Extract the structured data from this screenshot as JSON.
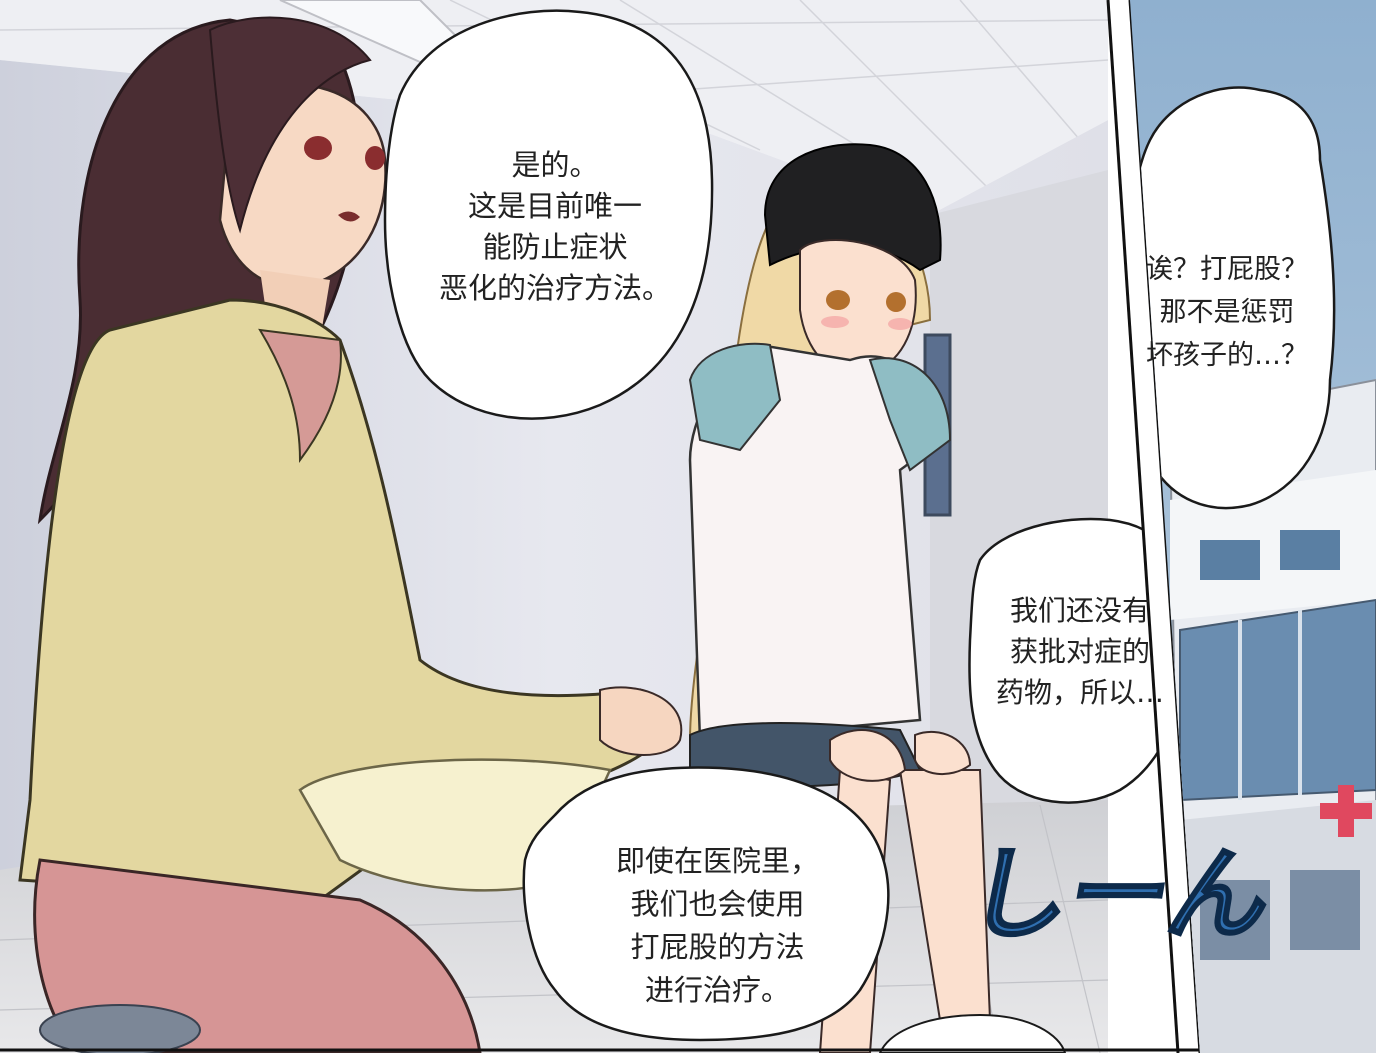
{
  "panels": {
    "main": {
      "bubbles": [
        {
          "lines": [
            "是的。",
            "这是目前唯一",
            "能防止症状",
            "恶化的治疗方法。"
          ]
        },
        {
          "lines": [
            "我们还没有",
            "获批对症的",
            "药物，所以…"
          ]
        },
        {
          "lines": [
            "即使在医院里，",
            "我们也会使用",
            "打屁股的方法",
            "进行治疗。"
          ]
        }
      ],
      "sfx": "しーん"
    },
    "side": {
      "bubble": {
        "lines": [
          "诶？打屁股？",
          "那不是惩罚",
          "坏孩子的…？"
        ]
      }
    }
  },
  "colors": {
    "sfx_fill": "#2f6fb0",
    "sfx_outline": "#0d2a4a",
    "cross": "#e0485f",
    "sky": "#9db7d0"
  }
}
